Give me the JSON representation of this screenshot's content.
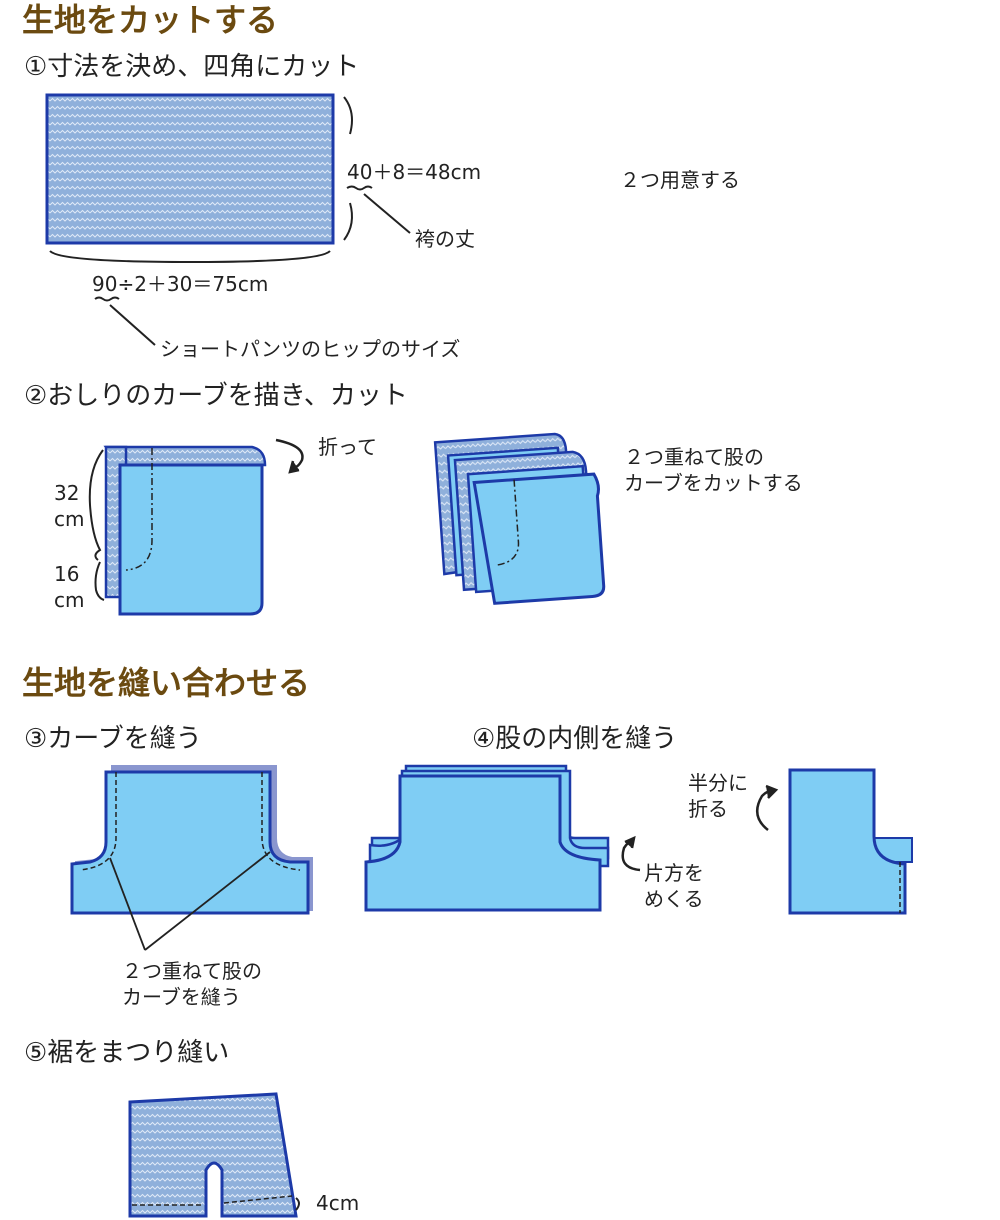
{
  "headings": {
    "cut": "生地をカットする",
    "sew": "生地を縫い合わせる"
  },
  "steps": {
    "s1": "①寸法を決め、四角にカット",
    "s2": "②おしりのカーブを描き、カット",
    "s3": "③カーブを縫う",
    "s4": "④股の内側を縫う",
    "s5": "⑤裾をまつり縫い"
  },
  "labels": {
    "height_formula": "40＋8＝48cm",
    "inseam": "袴の丈",
    "width_formula": "90÷2＋30＝75cm",
    "hip_size": "ショートパンツのヒップのサイズ",
    "prepare_two": "２つ用意する",
    "fold": "折って",
    "dim_32": "32\ncm",
    "dim_16": "16\ncm",
    "stack_cut": "２つ重ねて股の\nカーブをカットする",
    "stack_sew": "２つ重ねて股の\nカーブを縫う",
    "flip_one": "片方を\nめくる",
    "fold_half": "半分に\n折る",
    "hem": "4cm"
  },
  "colors": {
    "fabric_pattern": "#8fb0db",
    "fabric_plain": "#7fcdf4",
    "outline": "#1d3aa8",
    "heading": "#6b4a10"
  }
}
